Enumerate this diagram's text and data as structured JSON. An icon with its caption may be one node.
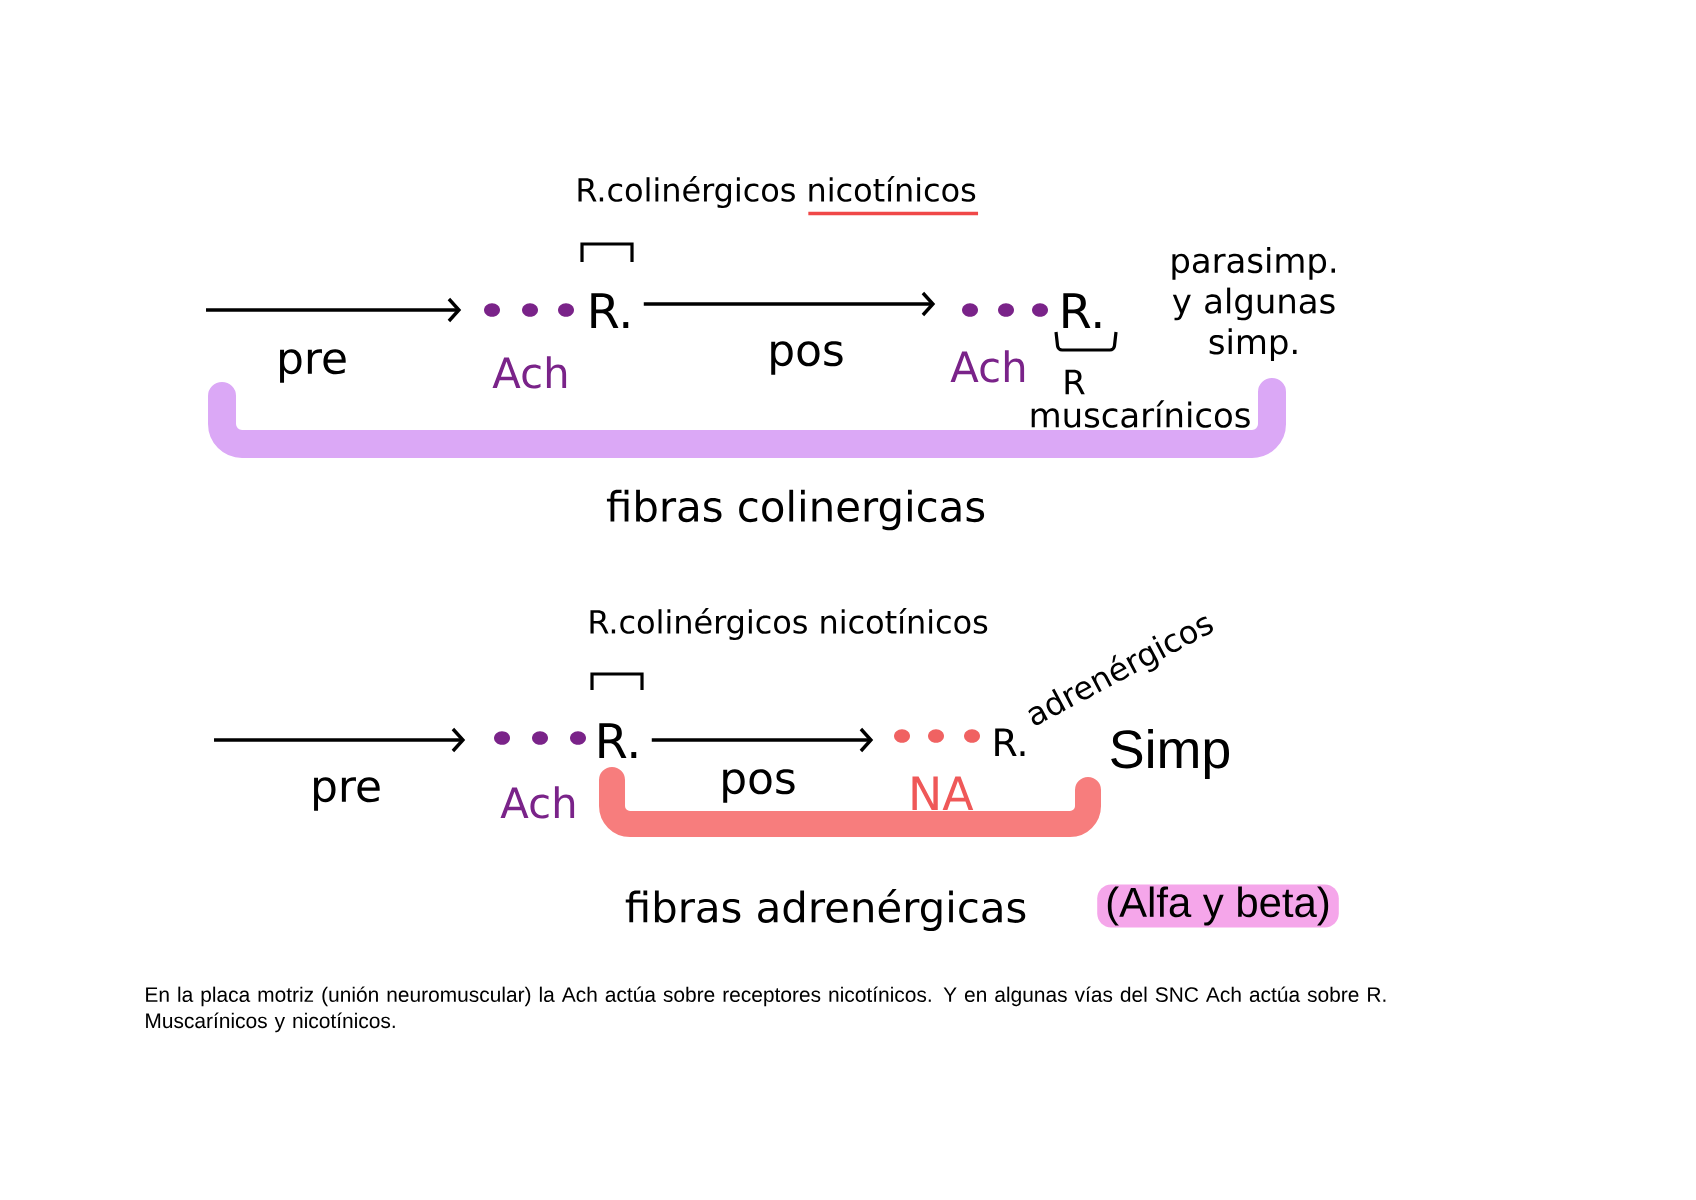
{
  "diagram": {
    "caption": "En la placa motriz (unión neuromuscular) la Ach actúa sobre receptores nicotínicos. Y en algunas vías del SNC Ach actúa sobre R. Muscarínicos y nicotínicos.",
    "nodes": [
      {
        "text": [
          "Ach"
        ]
      },
      {
        "text": [
          "R."
        ],
        "beside": [
          "R.colinérgicos nicotínicos"
        ]
      },
      {
        "text": [
          "Ach"
        ]
      },
      {
        "text": [
          "R."
        ],
        "beside": [
          "R",
          "muscarínicos"
        ]
      },
      {
        "text": [
          "Ach"
        ]
      },
      {
        "text": [
          "R."
        ],
        "beside": [
          "R.colinérgicos nicotínicos"
        ]
      },
      {
        "text": [
          "NA"
        ]
      },
      {
        "text": [
          "R."
        ],
        "beside": [
          "adrenérgicos"
        ]
      }
    ],
    "edges": [
      {
        "from": null,
        "to": 0,
        "arrow": "to",
        "label": "pre"
      },
      {
        "from": 1,
        "to": 2,
        "arrow": "to",
        "label": "pos"
      },
      {
        "from": null,
        "to": 4,
        "arrow": "to",
        "label": "pre"
      },
      {
        "from": 5,
        "to": 6,
        "arrow": "to",
        "label": "pos"
      }
    ],
    "labels": [
      "parasimp. y algunas simp.",
      "fibras colinergicas",
      "Simp",
      "fibras adrenérgicas",
      "(Alfa y beta)"
    ]
  }
}
